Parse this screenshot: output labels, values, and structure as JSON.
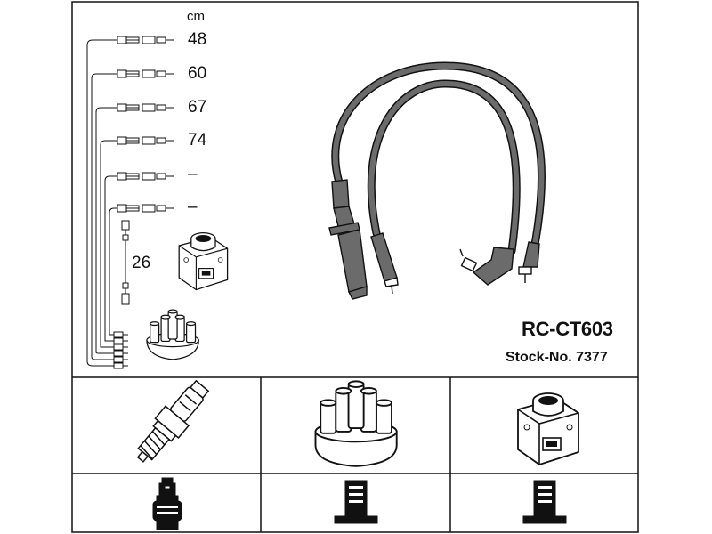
{
  "legend": {
    "unit": "cm",
    "lengths": [
      "48",
      "60",
      "67",
      "74",
      "–",
      "–"
    ],
    "coil_lead_length": "26"
  },
  "product": {
    "part_number": "RC-CT603",
    "stock_line": "Stock-No. 7377"
  },
  "colors": {
    "line": "#111111",
    "cable": "#6b6b6b",
    "background": "#ffffff"
  },
  "icons": [
    "spark-plug-icon",
    "distributor-cap-icon",
    "ignition-coil-icon",
    "plug-terminal-icon",
    "cap-terminal-icon",
    "coil-terminal-icon"
  ]
}
